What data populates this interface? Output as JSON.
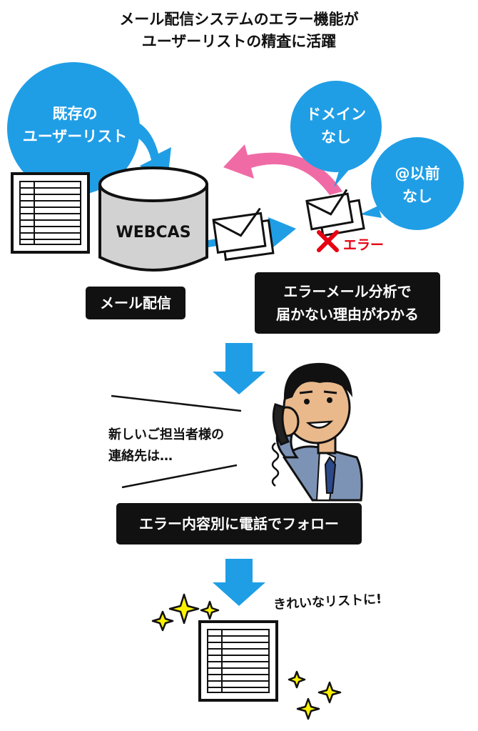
{
  "title": {
    "line1": "メール配信システムのエラー機能が",
    "line2": "ユーザーリストの精査に活躍"
  },
  "bubbles": {
    "existing_list": {
      "line1": "既存の",
      "line2": "ユーザーリスト"
    },
    "no_domain": {
      "line1": "ドメイン",
      "line2": "なし"
    },
    "no_at_prefix": {
      "line1": "@以前",
      "line2": "なし"
    }
  },
  "database_label": "WEBCAS",
  "error_mark_label": "エラー",
  "boxes": {
    "mail_delivery": "メール配信",
    "error_analysis": {
      "line1": "エラーメール分析で",
      "line2": "届かない理由がわかる"
    },
    "phone_follow": "エラー内容別に電話でフォロー"
  },
  "speech": {
    "line1": "新しいご担当者様の",
    "line2": "連絡先は…"
  },
  "result_label": "きれいなリストに!",
  "colors": {
    "blue": "#1f9ee6",
    "pink": "#f06ba6",
    "dark": "#111111",
    "error_red": "#e60012",
    "sparkle_yellow": "#fff200",
    "suit": "#7d93b6",
    "skin": "#e9b98c"
  },
  "icons": [
    "document-icon",
    "database-icon",
    "envelope-icon",
    "cross-icon",
    "down-arrow-icon",
    "sparkle-icon",
    "phone-icon"
  ]
}
